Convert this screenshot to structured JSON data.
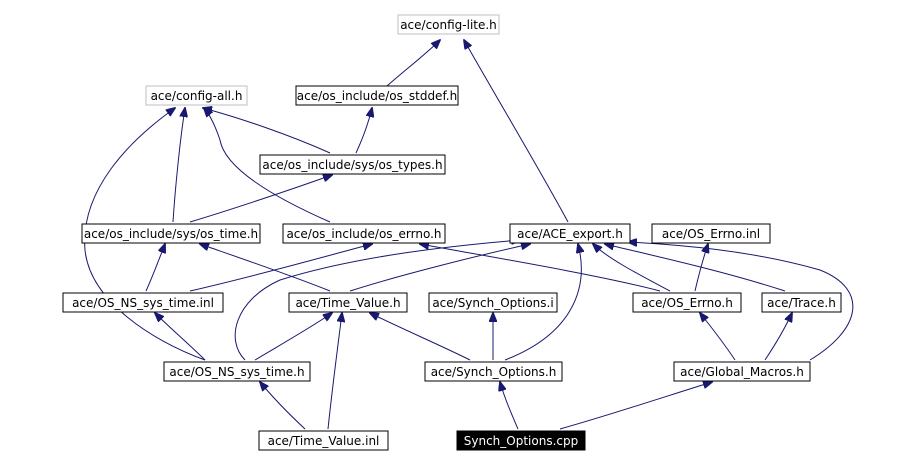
{
  "colors": {
    "edge": "#191970",
    "node_border": "#000000",
    "undocumented_border": "#bfbfbf",
    "root_fill": "#000000",
    "root_text": "#ffffff"
  },
  "nodes": {
    "config_lite": "ace/config-lite.h",
    "config_all": "ace/config-all.h",
    "os_stddef": "ace/os_include/os_stddef.h",
    "os_types": "ace/os_include/sys/os_types.h",
    "os_time": "ace/os_include/sys/os_time.h",
    "os_errno": "ace/os_include/os_errno.h",
    "ace_export": "ace/ACE_export.h",
    "os_errno_inl": "ace/OS_Errno.inl",
    "os_ns_sys_time_inl": "ace/OS_NS_sys_time.inl",
    "time_value_h": "ace/Time_Value.h",
    "synch_options_i": "ace/Synch_Options.i",
    "os_errno_h": "ace/OS_Errno.h",
    "trace_h": "ace/Trace.h",
    "os_ns_sys_time_h": "ace/OS_NS_sys_time.h",
    "synch_options_h": "ace/Synch_Options.h",
    "global_macros": "ace/Global_Macros.h",
    "time_value_inl": "ace/Time_Value.inl",
    "synch_options_cpp": "Synch_Options.cpp"
  }
}
